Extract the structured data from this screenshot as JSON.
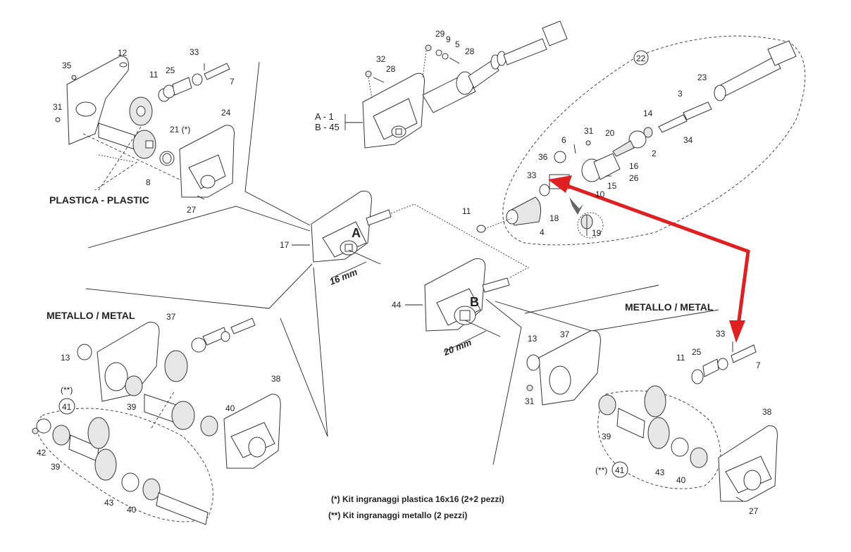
{
  "diagram": {
    "section_labels": {
      "plastic": "PLASTICA - PLASTIC",
      "metal_left": "METALLO / METAL",
      "metal_right": "METALLO / METAL"
    },
    "gearbox_a": {
      "letter": "A",
      "size": "16 mm",
      "part_ref": "17"
    },
    "gearbox_b": {
      "letter": "B",
      "size": "20 mm",
      "part_ref": "44"
    },
    "variant_labels": {
      "a_line": "A -   1",
      "b_line": "B -  45"
    },
    "kit_circles": {
      "kit_22": "22",
      "kit_41_left": "41",
      "kit_41_right": "41",
      "kit_41_left_mark": "(**)",
      "kit_41_right_mark": "(**)"
    },
    "callouts": {
      "plastic": [
        "35",
        "12",
        "33",
        "11",
        "25",
        "7",
        "31",
        "21 (*)",
        "24",
        "8",
        "27"
      ],
      "top_center": [
        "29",
        "9",
        "5",
        "28",
        "32",
        "28"
      ],
      "kit22": [
        "23",
        "3",
        "14",
        "34",
        "31",
        "20",
        "2",
        "6",
        "36",
        "16",
        "33",
        "26",
        "15",
        "10",
        "18",
        "11",
        "4",
        "19"
      ],
      "metal_left": [
        "37",
        "13",
        "38",
        "39",
        "40",
        "42",
        "39",
        "43",
        "40"
      ],
      "metal_right": [
        "33",
        "7",
        "11",
        "25",
        "37",
        "13",
        "31",
        "39",
        "38",
        "43",
        "40",
        "27"
      ]
    },
    "footnotes": [
      "(*) Kit ingranaggi plastica 16x16 (2+2 pezzi)",
      "(**) Kit ingranaggi metallo (2 pezzi)"
    ],
    "annotation": {
      "type": "red-double-arrow",
      "color": "#e02020",
      "connects": [
        "33 (kit 22)",
        "33 (metal right)"
      ]
    }
  }
}
